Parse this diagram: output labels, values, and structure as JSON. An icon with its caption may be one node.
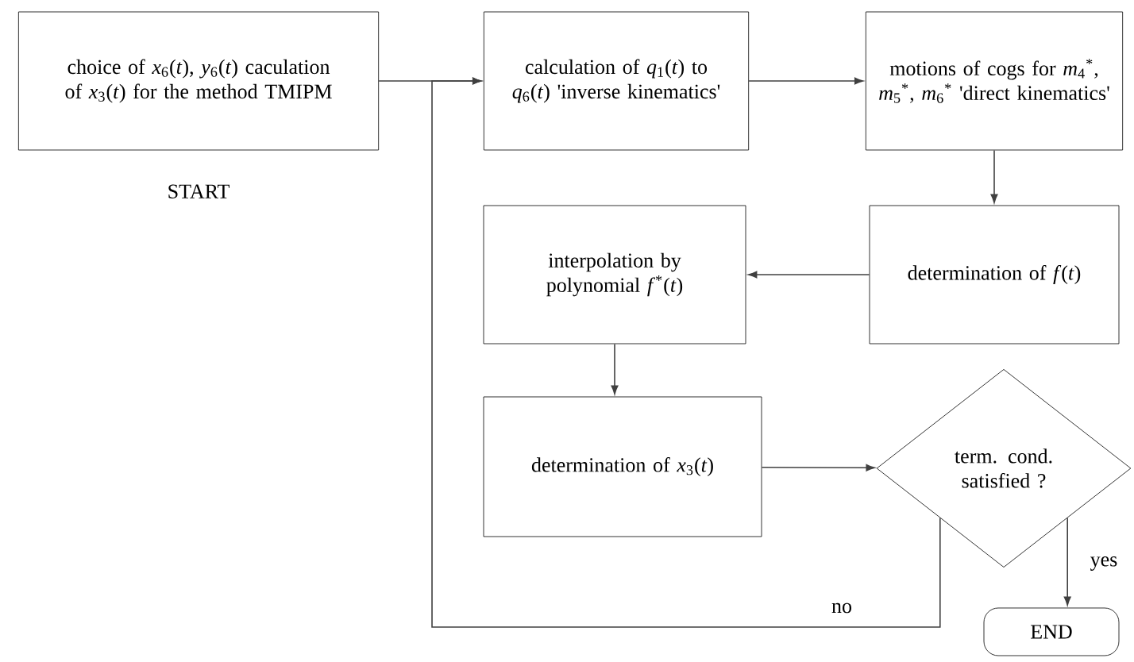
{
  "diagram": {
    "nodes": [
      {
        "text": [
          "choice of *x*$_{6}$(*t*), *y*$_{6}$(*t*) caculation of *x*$_{3}$(*t*) for the method TMIPM"
        ],
        "beside": [
          "START"
        ]
      },
      {
        "text": [
          "calculation of *q*$_{1}$(*t*) to *q*$_{6}$(*t*) 'inverse kinematics'"
        ]
      },
      {
        "text": [
          "motions of cogs for *m*$_{4}$$^{*}$, *m*$_{5}$$^{*}$, *m*$_{6}$$^{*}$ 'direct kinematics'"
        ]
      },
      {
        "text": [
          "determination of *f*(*t*)"
        ]
      },
      {
        "text": [
          "interpolation by polynomial *f*$^{*}$(*t*)"
        ]
      },
      {
        "text": [
          "determination of *x*$_{3}$(*t*)"
        ]
      },
      {
        "text": [
          "term. cond. satisfied ?"
        ]
      },
      {
        "text": [
          "END"
        ]
      }
    ],
    "edges": [
      {
        "from": 0,
        "to": 1,
        "arrow": "to"
      },
      {
        "from": 1,
        "to": 2,
        "arrow": "to"
      },
      {
        "from": 2,
        "to": 3,
        "arrow": "to"
      },
      {
        "from": 3,
        "to": 4,
        "arrow": "to"
      },
      {
        "from": 4,
        "to": 5,
        "arrow": "to"
      },
      {
        "from": 5,
        "to": 6,
        "arrow": "to"
      },
      {
        "from": 6,
        "to": 7,
        "arrow": "to",
        "label": "yes"
      },
      {
        "from": 6,
        "to": 1,
        "arrow": "to",
        "label": "no"
      }
    ]
  }
}
